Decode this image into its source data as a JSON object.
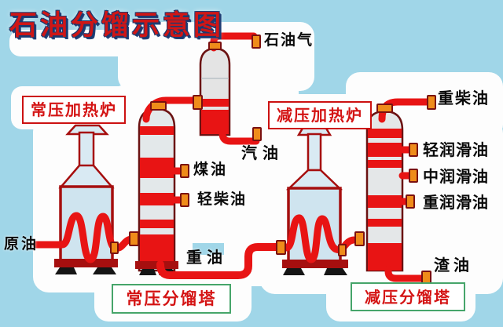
{
  "title": "石油分馏示意图",
  "colors": {
    "background": "#a0d6e8",
    "pipe_red": "#e81414",
    "dark_red": "#a60f0f",
    "outline_maroon": "#6b1212",
    "valve_orange": "#ef8c1a",
    "label_red": "#d41414",
    "furnace_box_border": "#cc1111",
    "tower_box_border": "#46a56a",
    "title_red": "#cf1616",
    "title_outline_navy": "#1b3a70",
    "text_black": "#0a0a0a"
  },
  "equipment": {
    "furnace_atmospheric": {
      "label": "常压加热炉"
    },
    "furnace_vacuum": {
      "label": "减压加热炉"
    },
    "tower_atmospheric": {
      "label": "常压分馏塔"
    },
    "tower_vacuum": {
      "label": "减压分馏塔"
    }
  },
  "streams": {
    "crude_oil": "原油",
    "petroleum_gas": "石油气",
    "gasoline": "汽油",
    "kerosene": "煤油",
    "light_diesel": "轻柴油",
    "heavy_oil": "重油",
    "heavy_diesel": "重柴油",
    "light_lube": "轻润滑油",
    "medium_lube": "中润滑油",
    "heavy_lube": "重润滑油",
    "residual_oil": "渣油"
  }
}
